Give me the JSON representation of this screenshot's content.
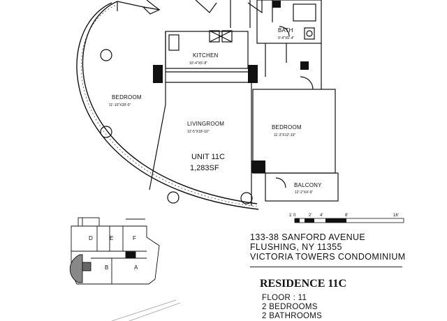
{
  "plan": {
    "rooms": {
      "kitchen": {
        "name": "KITCHEN",
        "dims": "10'-4\"X5'-8\""
      },
      "bath": {
        "name": "BATH",
        "dims": "9'-4\"X5'-4\""
      },
      "bedroom_left": {
        "name": "BEDROOM",
        "dims": "11'-10\"X28'-0\""
      },
      "livingroom": {
        "name": "LIVINGROOM",
        "dims": "12'-5\"X18'-10\""
      },
      "bedroom_right": {
        "name": "BEDROOM",
        "dims": "11'-3\"X12'-10\""
      },
      "balcony": {
        "name": "BALCONY",
        "dims": "12'-2\"X4'-9\""
      }
    },
    "unit": {
      "name": "UNIT 11C",
      "area": "1,283SF"
    }
  },
  "scale_bar": {
    "labels": [
      "1' 0",
      "2'",
      "4'",
      "8'",
      "16'"
    ]
  },
  "key_plan": {
    "units": [
      "D",
      "E",
      "F",
      "B",
      "A"
    ]
  },
  "address": {
    "line1": "133-38 SANFORD AVENUE",
    "line2": "FLUSHING, NY 11355",
    "line3": "VICTORIA TOWERS CONDOMINIUM"
  },
  "residence": {
    "title": "RESIDENCE 11C",
    "floor": "FLOOR : 11",
    "bedrooms": "2 BEDROOMS",
    "bathrooms": "2 BATHROOMS"
  }
}
